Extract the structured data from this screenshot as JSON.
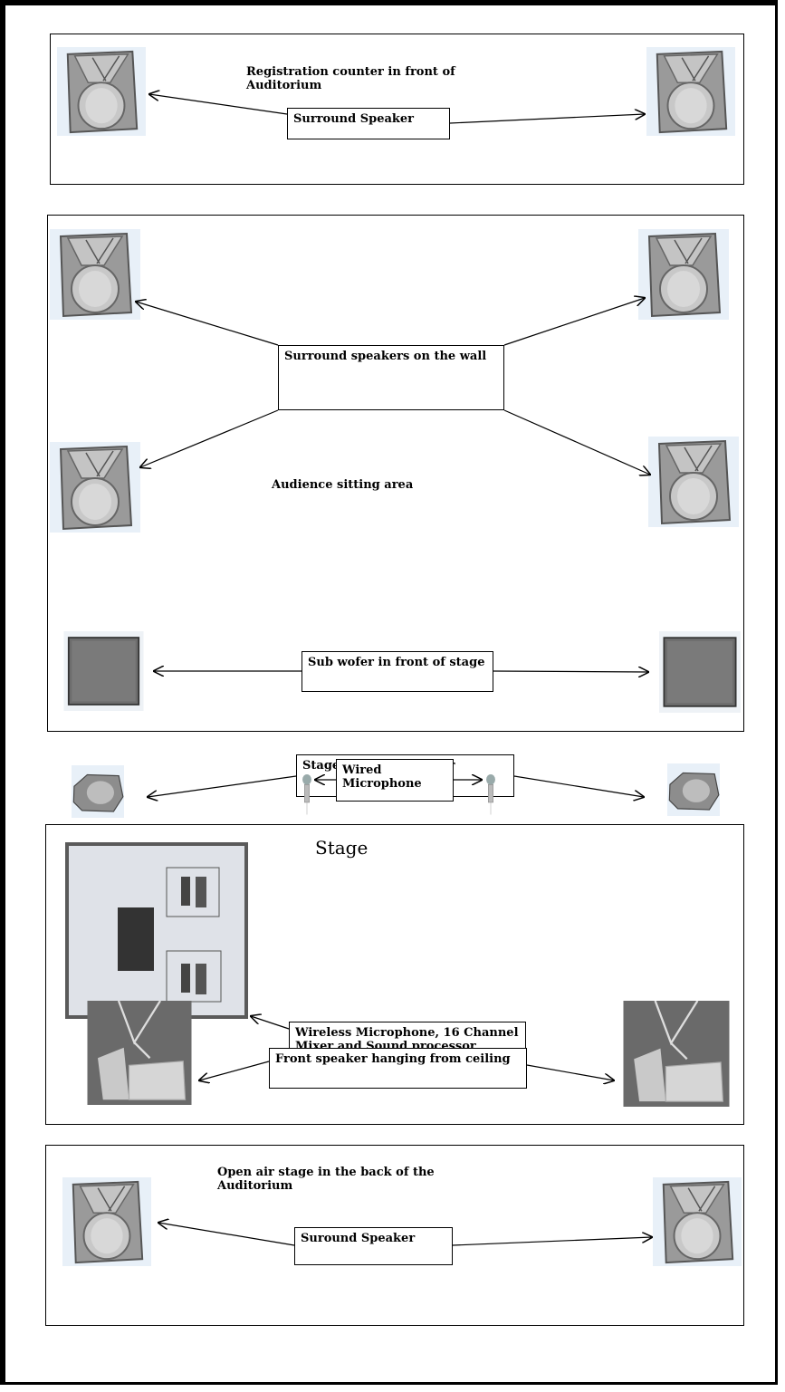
{
  "sections": {
    "registration": {
      "title": "Registration counter in front of Auditorium",
      "box": "Surround Speaker"
    },
    "auditorium": {
      "wall_box": "Surround speakers on the wall",
      "audience": "Audience sitting area",
      "sub_box": "Sub wofer in front of stage",
      "monitor_box": "Stage Monitor Speaker"
    },
    "stage": {
      "title": "Stage",
      "wired_box": "Wired Microphone",
      "wireless_box": "Wireless Microphone, 16 Channel Mixer and Sound processor",
      "front_box": "Front speaker hanging from ceiling"
    },
    "open_air": {
      "title": "Open air stage in the back of the Auditorium",
      "box": "Suround Speaker"
    }
  },
  "icons": [
    "surround-speaker-icon",
    "subwoofer-icon",
    "stage-monitor-icon",
    "microphone-icon",
    "mixer-icon",
    "hanging-speaker-icon"
  ]
}
